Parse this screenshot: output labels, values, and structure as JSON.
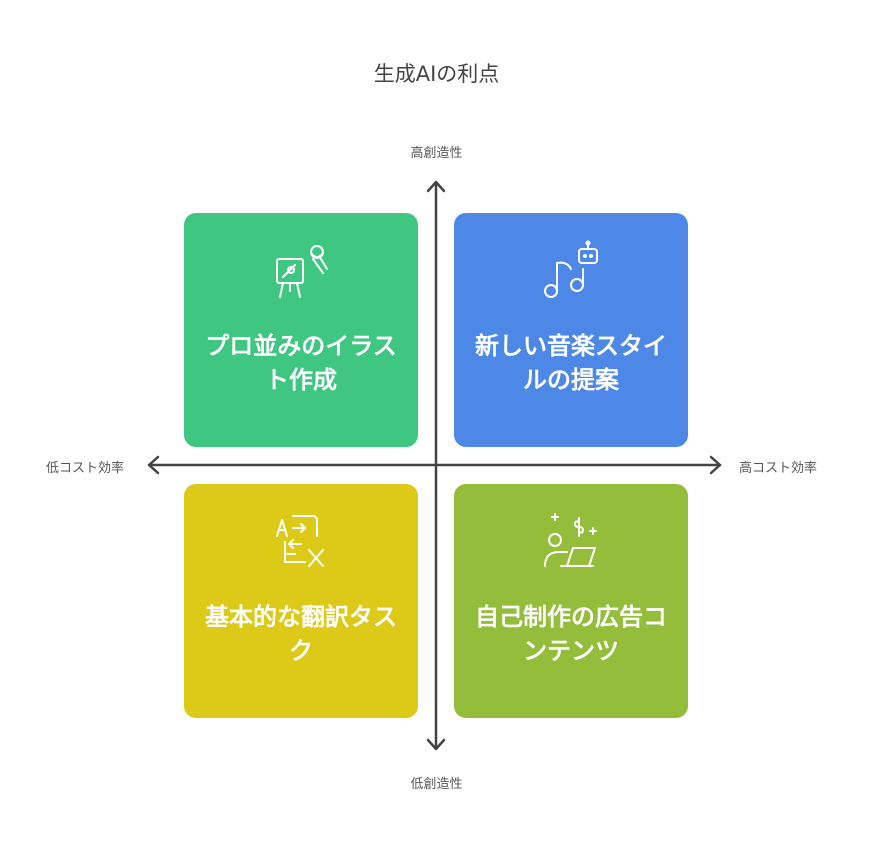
{
  "title": "生成AIの利点",
  "axes": {
    "top": "高創造性",
    "bottom": "低創造性",
    "left": "低コスト効率",
    "right": "高コスト効率"
  },
  "quadrants": {
    "top_left": {
      "label": "プロ並みのイラスト作成",
      "icon": "easel-painter-icon",
      "color": "#3fc681"
    },
    "top_right": {
      "label": "新しい音楽スタイルの提案",
      "icon": "music-robot-icon",
      "color": "#4e88e6"
    },
    "bottom_left": {
      "label": "基本的な翻訳タスク",
      "icon": "translate-icon",
      "color": "#ddc917"
    },
    "bottom_right": {
      "label": "自己制作の広告コンテンツ",
      "icon": "laptop-money-icon",
      "color": "#93bd3a"
    }
  }
}
